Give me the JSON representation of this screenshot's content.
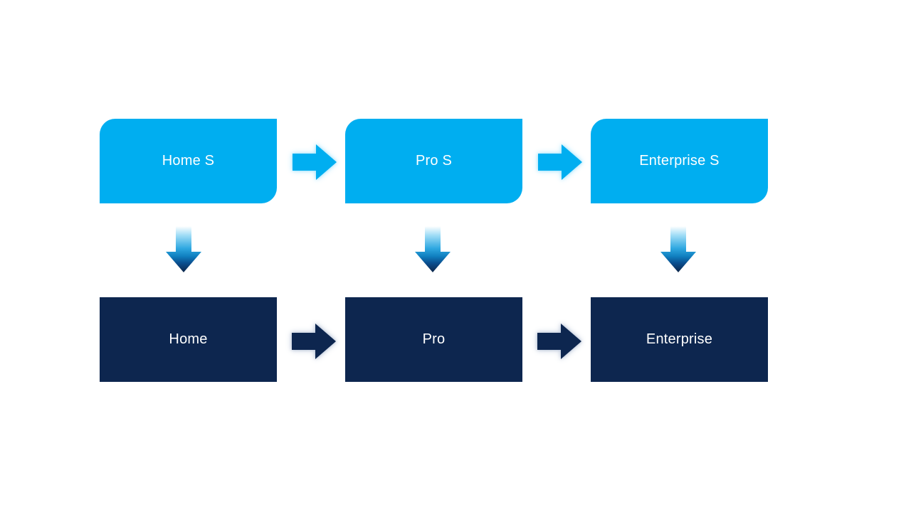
{
  "slide": {
    "background": "#FFFFFF"
  },
  "colors": {
    "light_blue": "#00AEF0",
    "dark_navy": "#0D264F",
    "label_text": "#FFFFFF",
    "light_arrow_glow": "#9FE2FB",
    "dark_arrow_glow": "#B6C2D6",
    "down_gradient_top": "#FFFFFF",
    "down_gradient_mid": "#2FA8E1",
    "down_gradient_bottom": "#0D2548"
  },
  "diagram": {
    "top_row": [
      {
        "label": "Home S"
      },
      {
        "label": "Pro S"
      },
      {
        "label": "Enterprise S"
      }
    ],
    "bottom_row": [
      {
        "label": "Home"
      },
      {
        "label": "Pro"
      },
      {
        "label": "Enterprise"
      }
    ]
  }
}
